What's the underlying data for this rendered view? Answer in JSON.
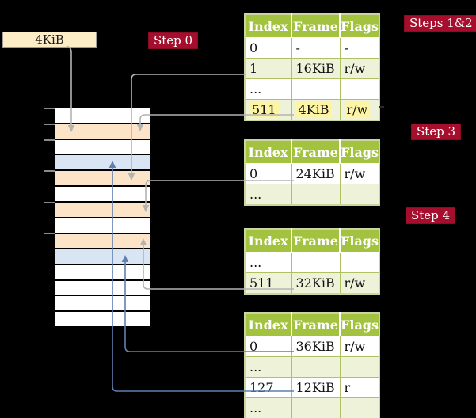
{
  "root_box": {
    "label": "4KiB"
  },
  "labels": {
    "step0": "Step 0",
    "steps12": "Steps 1&2",
    "step3": "Step 3",
    "step4": "Step 4"
  },
  "colors": {
    "label_bg": "#a50e2d",
    "header_green": "#a3c23f",
    "row_green": "#edf2d9",
    "peach": "#fce4c8",
    "blue_row": "#dae5f3",
    "cream": "#fcedc6",
    "highlight": "#fdf5a4",
    "gray_line": "#b3b3b3",
    "blue_line": "#5f7fae"
  },
  "tables": [
    {
      "name": "page-table-steps-1-2",
      "headers": [
        "Index",
        "Frame",
        "Flags"
      ],
      "rows": [
        [
          "0",
          "-",
          "-"
        ],
        [
          "1",
          "16KiB",
          "r/w"
        ],
        [
          "...",
          "",
          ""
        ],
        [
          "511",
          "4KiB",
          "r/w"
        ]
      ],
      "highlight_row": 3
    },
    {
      "name": "page-table-step-3",
      "headers": [
        "Index",
        "Frame",
        "Flags"
      ],
      "rows": [
        [
          "0",
          "24KiB",
          "r/w"
        ],
        [
          "...",
          "",
          ""
        ]
      ],
      "highlight_row": -1
    },
    {
      "name": "page-table-step-4",
      "headers": [
        "Index",
        "Frame",
        "Flags"
      ],
      "rows": [
        [
          "...",
          "",
          ""
        ],
        [
          "511",
          "32KiB",
          "r/w"
        ]
      ],
      "highlight_row": -1
    },
    {
      "name": "page-table-final",
      "headers": [
        "Index",
        "Frame",
        "Flags"
      ],
      "rows": [
        [
          "0",
          "36KiB",
          "r/w"
        ],
        [
          "...",
          "",
          ""
        ],
        [
          "127",
          "12KiB",
          "r"
        ],
        [
          "...",
          "",
          ""
        ]
      ],
      "highlight_row": -1
    }
  ],
  "memory_column": {
    "rows": [
      "white",
      "peach",
      "white",
      "blue",
      "peach",
      "white",
      "peach",
      "white",
      "peach",
      "blue",
      "white",
      "white",
      "white",
      "white"
    ],
    "tick_rows": [
      0,
      1,
      2,
      4,
      6,
      8
    ]
  },
  "connectors": [
    {
      "from": "root-box-4KiB",
      "to": "frame-4KiB",
      "color": "gray"
    },
    {
      "from": "table1-row-1-16KiB",
      "to": "frame-16KiB",
      "color": "gray"
    },
    {
      "from": "table1-row-511-4KiB",
      "to": "frame-4KiB",
      "color": "gray"
    },
    {
      "from": "table2-row-0-24KiB",
      "to": "frame-24KiB",
      "color": "gray"
    },
    {
      "from": "table3-row-511-32KiB",
      "to": "frame-32KiB",
      "color": "gray"
    },
    {
      "from": "table4-row-0-36KiB",
      "to": "frame-36KiB",
      "color": "blue"
    },
    {
      "from": "table4-row-127-12KiB",
      "to": "frame-12KiB",
      "color": "blue"
    }
  ]
}
